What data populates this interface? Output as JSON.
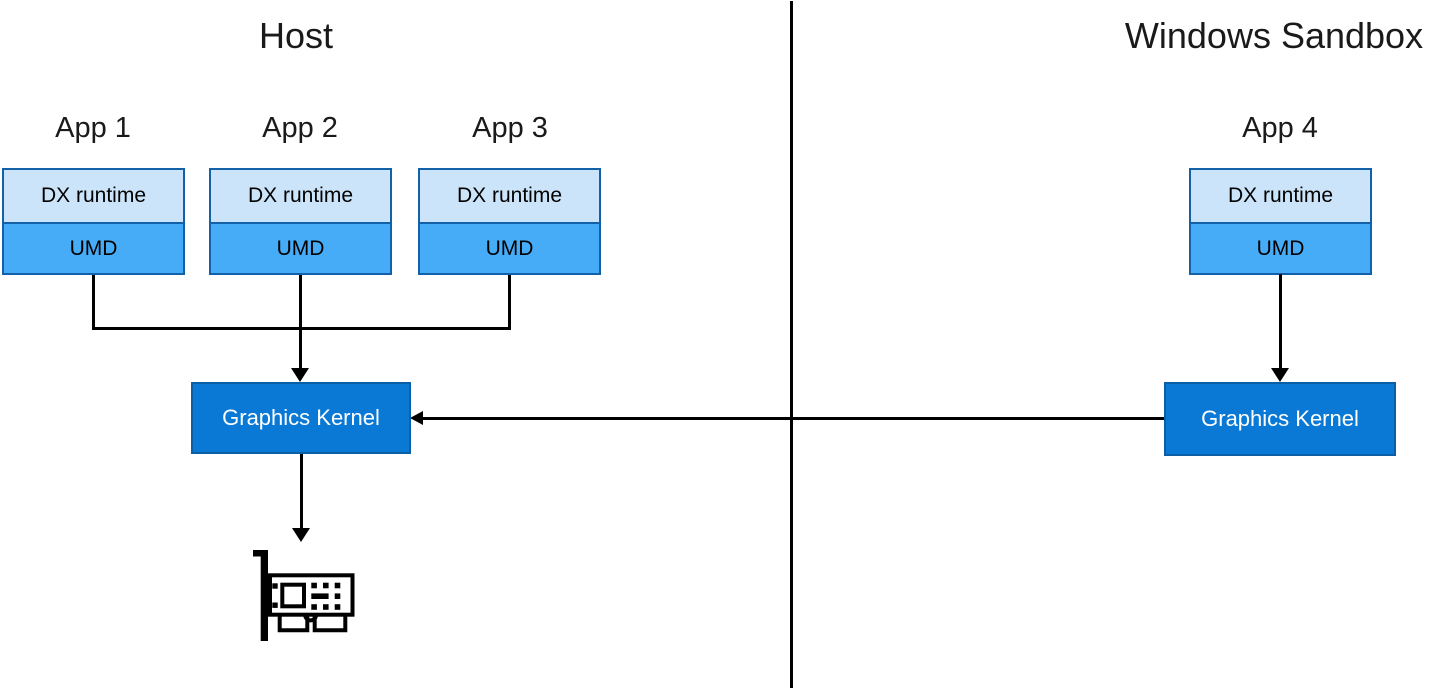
{
  "titles": {
    "host": "Host",
    "sandbox": "Windows Sandbox"
  },
  "apps": [
    {
      "label": "App 1",
      "dx": "DX runtime",
      "umd": "UMD"
    },
    {
      "label": "App 2",
      "dx": "DX runtime",
      "umd": "UMD"
    },
    {
      "label": "App 3",
      "dx": "DX runtime",
      "umd": "UMD"
    },
    {
      "label": "App 4",
      "dx": "DX runtime",
      "umd": "UMD"
    }
  ],
  "kernels": {
    "host_label": "Graphics Kernel",
    "sandbox_label": "Graphics Kernel"
  },
  "icons": {
    "gpu": "graphics-card-icon"
  },
  "colors": {
    "dx_fill": "#cbe4f9",
    "umd_fill": "#47acf8",
    "box_border": "#1361a8",
    "kernel_fill": "#0a79d6",
    "kernel_border": "#0b5fa5",
    "kernel_text": "#ffffff",
    "line": "#000000",
    "text": "#1a1a1a"
  }
}
